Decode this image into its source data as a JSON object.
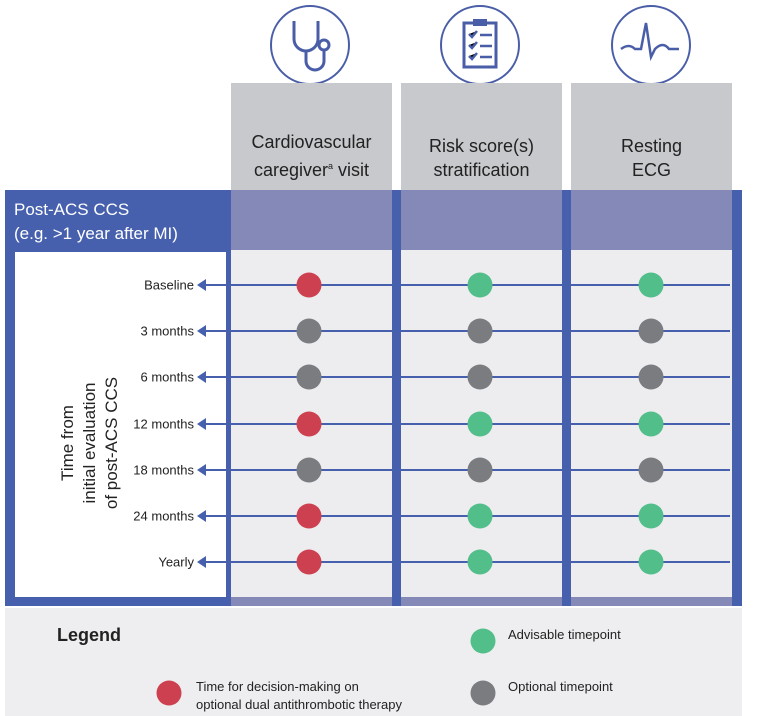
{
  "columns": [
    {
      "icon": "stethoscope-icon",
      "label_line1": "Cardiovascular",
      "label_line2": "caregiver",
      "label_sup": "a",
      "label_tail": " visit"
    },
    {
      "icon": "clipboard-checklist-icon",
      "label_line1": "Risk score(s)",
      "label_line2": "stratification"
    },
    {
      "icon": "ecg-waveform-icon",
      "label_line1": "Resting",
      "label_line2": "ECG"
    }
  ],
  "header": {
    "line1": "Post-ACS CCS",
    "line2": "(e.g. >1 year after MI)"
  },
  "axis_label": {
    "line1": "Time from",
    "line2": "initial evaluation",
    "line3": "of post-ACS CCS"
  },
  "rows": [
    {
      "label": "Baseline",
      "values": [
        "decision",
        "advisable",
        "advisable"
      ]
    },
    {
      "label": "3 months",
      "values": [
        "optional",
        "optional",
        "optional"
      ]
    },
    {
      "label": "6 months",
      "values": [
        "optional",
        "optional",
        "optional"
      ]
    },
    {
      "label": "12 months",
      "values": [
        "decision",
        "advisable",
        "advisable"
      ]
    },
    {
      "label": "18 months",
      "values": [
        "optional",
        "optional",
        "optional"
      ]
    },
    {
      "label": "24 months",
      "values": [
        "decision",
        "advisable",
        "advisable"
      ]
    },
    {
      "label": "Yearly",
      "values": [
        "decision",
        "advisable",
        "advisable"
      ]
    }
  ],
  "colors": {
    "decision": "#cc4050",
    "advisable": "#52be8a",
    "optional": "#7a7c80",
    "frame": "#4660ad"
  },
  "legend": {
    "title": "Legend",
    "advisable": "Advisable timepoint",
    "optional": "Optional timepoint",
    "decision_line1": "Time for decision-making on",
    "decision_line2": "optional dual antithrombotic therapy"
  }
}
